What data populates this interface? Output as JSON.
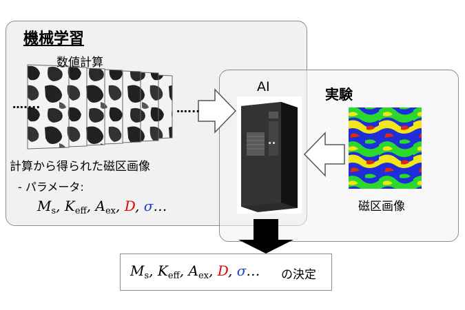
{
  "ml_panel": {
    "title": "機械学習",
    "sim_label": "数値計算",
    "calc_caption": "計算から得られた磁区画像",
    "param_caption": "- パラメータ:",
    "dots_left": "…....",
    "dots_right": "…..."
  },
  "exp_panel": {
    "title": "実験",
    "caption": "磁区画像"
  },
  "ai": {
    "label": "AI"
  },
  "params": {
    "ms": "M",
    "ms_sub": "s",
    "keff": "K",
    "keff_sub": "eff",
    "aex": "A",
    "aex_sub": "ex",
    "d": "D",
    "sigma": "σ",
    "ellipsis": "…"
  },
  "result": {
    "suffix": "の決定"
  },
  "colors": {
    "panel_border": "#8c8c8c",
    "panel_fill": "#f1f1f1",
    "red": "#e00000",
    "blue": "#1a3fd0"
  }
}
